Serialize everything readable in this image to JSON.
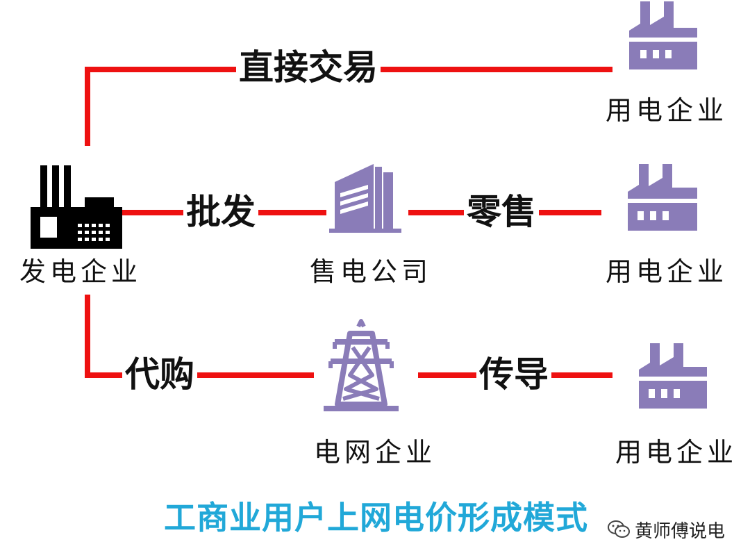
{
  "colors": {
    "line": "#ee1111",
    "icon_purple": "#8a7cb8",
    "icon_black": "#000000",
    "caption": "#21a8d8"
  },
  "edges": {
    "direct_trade": "直接交易",
    "wholesale": "批发",
    "retail": "零售",
    "agent_purchase": "代购",
    "transmission": "传导"
  },
  "nodes": {
    "generator": {
      "label": "发电企业",
      "icon": "power-plant-icon"
    },
    "retailer": {
      "label": "售电公司",
      "icon": "office-building-icon"
    },
    "grid": {
      "label": "电网企业",
      "icon": "transmission-tower-icon"
    },
    "consumer_top": {
      "label": "用电企业",
      "icon": "factory-icon"
    },
    "consumer_mid": {
      "label": "用电企业",
      "icon": "factory-icon"
    },
    "consumer_bottom": {
      "label": "用电企业",
      "icon": "factory-icon"
    }
  },
  "caption": "工商业用户上网电价形成模式",
  "watermark": {
    "text": "黄师傅说电",
    "icon": "wechat-icon"
  }
}
